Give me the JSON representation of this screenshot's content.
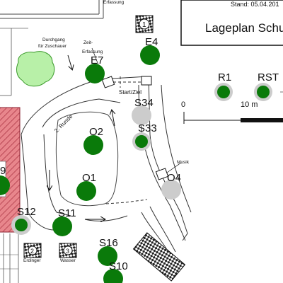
{
  "header": {
    "date_line": "Stand: 05.04.201",
    "title": "Lageplan Schu"
  },
  "annotations": {
    "erfassung_top": "Erfassung",
    "durchgang_line1": "Durchgang",
    "durchgang_line2": "für Zuschauer",
    "zeiterfassung_line1": "Zeit-",
    "zeiterfassung_line2": "Erfassung",
    "start_ziel": "Start/Ziel",
    "runde2": "2. Runde",
    "musik": "Musik",
    "erdinger": "Erdinger",
    "wasser": "Wasser"
  },
  "scale": {
    "zero": "0",
    "ten": "10 m"
  },
  "stations": {
    "s1": "1",
    "s2": "2",
    "s3": "3"
  },
  "markers": [
    {
      "id": "E4",
      "color": "green"
    },
    {
      "id": "E7",
      "color": "green"
    },
    {
      "id": "R1",
      "color": "green"
    },
    {
      "id": "RST",
      "color": "green"
    },
    {
      "id": "S34",
      "color": "gray"
    },
    {
      "id": "S33",
      "color": "green"
    },
    {
      "id": "O2",
      "color": "green"
    },
    {
      "id": "O1",
      "color": "green"
    },
    {
      "id": "O4",
      "color": "gray"
    },
    {
      "id": "9",
      "color": "green"
    },
    {
      "id": "S12",
      "color": "gray"
    },
    {
      "id": "S11",
      "color": "green"
    },
    {
      "id": "S16",
      "color": "green"
    },
    {
      "id": "S10",
      "color": "green"
    }
  ],
  "colors": {
    "marker_green": "#0a7a0a",
    "marker_gray": "#cccccc",
    "building_red": "#e8868c",
    "hedge_green": "#b8f0a8"
  }
}
